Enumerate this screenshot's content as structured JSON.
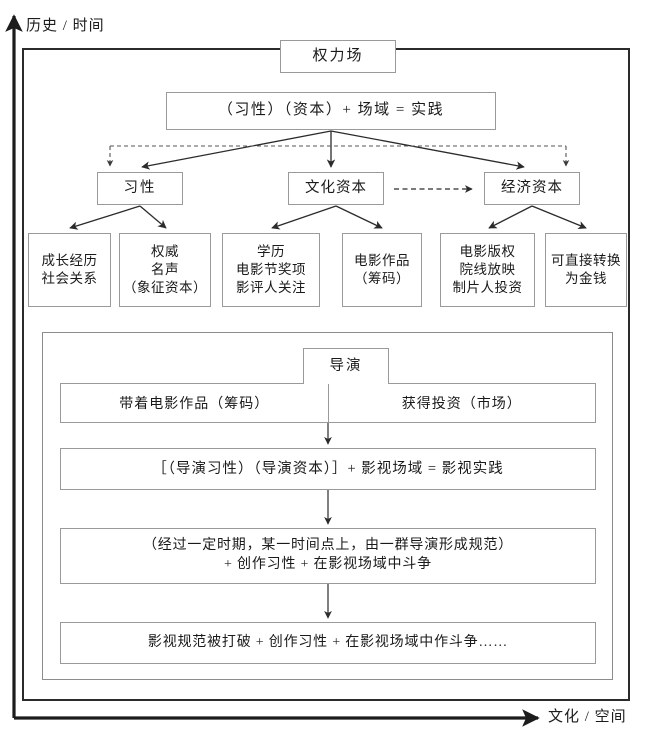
{
  "axes": {
    "y_label": "历史 / 时间",
    "x_label": "文化 / 空间"
  },
  "top_section": {
    "power_field": "权力场",
    "main_formula": "（习性）（资本）+ 场域 = 实践",
    "capitals": [
      {
        "label": "习性"
      },
      {
        "label": "文化资本"
      },
      {
        "label": "经济资本"
      }
    ],
    "leaves": [
      {
        "lines": [
          "成长经历",
          "社会关系"
        ]
      },
      {
        "lines": [
          "权威",
          "名声",
          "（象征资本）"
        ]
      },
      {
        "lines": [
          "学历",
          "电影节奖项",
          "影评人关注"
        ]
      },
      {
        "lines": [
          "电影作品",
          "（筹码）"
        ]
      },
      {
        "lines": [
          "电影版权",
          "院线放映",
          "制片人投资"
        ]
      },
      {
        "lines": [
          "可直接转换",
          "为金钱"
        ]
      }
    ]
  },
  "director_section": {
    "director": "导演",
    "split_left": "带着电影作品（筹码）",
    "split_right": "获得投资（市场）",
    "practice_formula": "［（导演习性）（导演资本）］+ 影视场域 = 影视实践",
    "norm_formation": {
      "line1": "（经过一定时期，某一时间点上，由一群导演形成规范）",
      "line2": "+ 创作习性 + 在影视场域中斗争"
    },
    "norm_broken": "影视规范被打破 + 创作习性 + 在影视场域中作斗争……"
  },
  "colors": {
    "frame": "#2b2b2b",
    "box_border": "#9a9a9a",
    "arrow": "#2b2b2b",
    "dashed": "#555555",
    "text": "#1a1a1a",
    "background": "#ffffff"
  }
}
